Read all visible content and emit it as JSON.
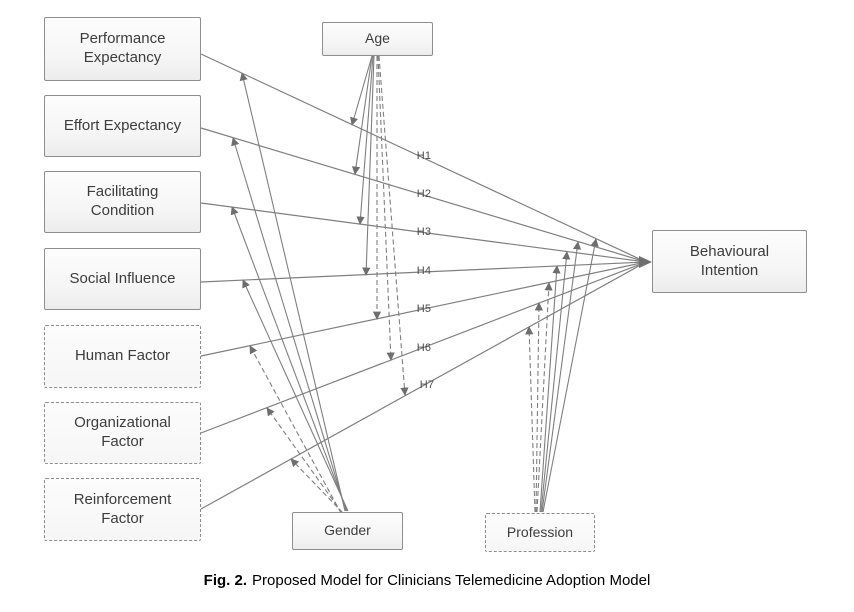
{
  "figure": {
    "caption_label": "Fig. 2.",
    "caption_text": "Proposed Model for Clinicians Telemedicine Adoption Model"
  },
  "model": {
    "constructs": [
      {
        "label": "Performance Expectancy",
        "style": "solid"
      },
      {
        "label": "Effort Expectancy",
        "style": "solid"
      },
      {
        "label": "Facilitating Condition",
        "style": "solid"
      },
      {
        "label": "Social Influence",
        "style": "solid"
      },
      {
        "label": "Human Factor",
        "style": "dashed"
      },
      {
        "label": "Organizational Factor",
        "style": "dashed"
      },
      {
        "label": "Reinforcement Factor",
        "style": "dashed"
      }
    ],
    "outcome": {
      "label": "Behavioural Intention"
    },
    "moderators": [
      {
        "label": "Age",
        "targets": [
          "H1",
          "H2",
          "H3",
          "H4",
          "H5",
          "H6",
          "H7"
        ]
      },
      {
        "label": "Gender",
        "targets": [
          "H1",
          "H2",
          "H3",
          "H4",
          "H5",
          "H6",
          "H7"
        ]
      },
      {
        "label": "Profession",
        "targets": [
          "H1",
          "H2",
          "H3",
          "H4",
          "H5",
          "H6",
          "H7"
        ]
      }
    ],
    "hypotheses": [
      "H1",
      "H2",
      "H3",
      "H4",
      "H5",
      "H6",
      "H7"
    ],
    "paths": [
      {
        "id": "H1",
        "from": "Performance Expectancy",
        "to": "Behavioural Intention"
      },
      {
        "id": "H2",
        "from": "Effort Expectancy",
        "to": "Behavioural Intention"
      },
      {
        "id": "H3",
        "from": "Facilitating Condition",
        "to": "Behavioural Intention"
      },
      {
        "id": "H4",
        "from": "Social Influence",
        "to": "Behavioural Intention"
      },
      {
        "id": "H5",
        "from": "Human Factor",
        "to": "Behavioural Intention"
      },
      {
        "id": "H6",
        "from": "Organizational Factor",
        "to": "Behavioural Intention"
      },
      {
        "id": "H7",
        "from": "Reinforcement Factor",
        "to": "Behavioural Intention"
      }
    ]
  },
  "colors": {
    "line": "#7f7f7f",
    "arrow": "#6e6e6e",
    "box_border": "#8e8e8e",
    "box_fill": "#f4f4f4",
    "text": "#3d3d3d"
  }
}
